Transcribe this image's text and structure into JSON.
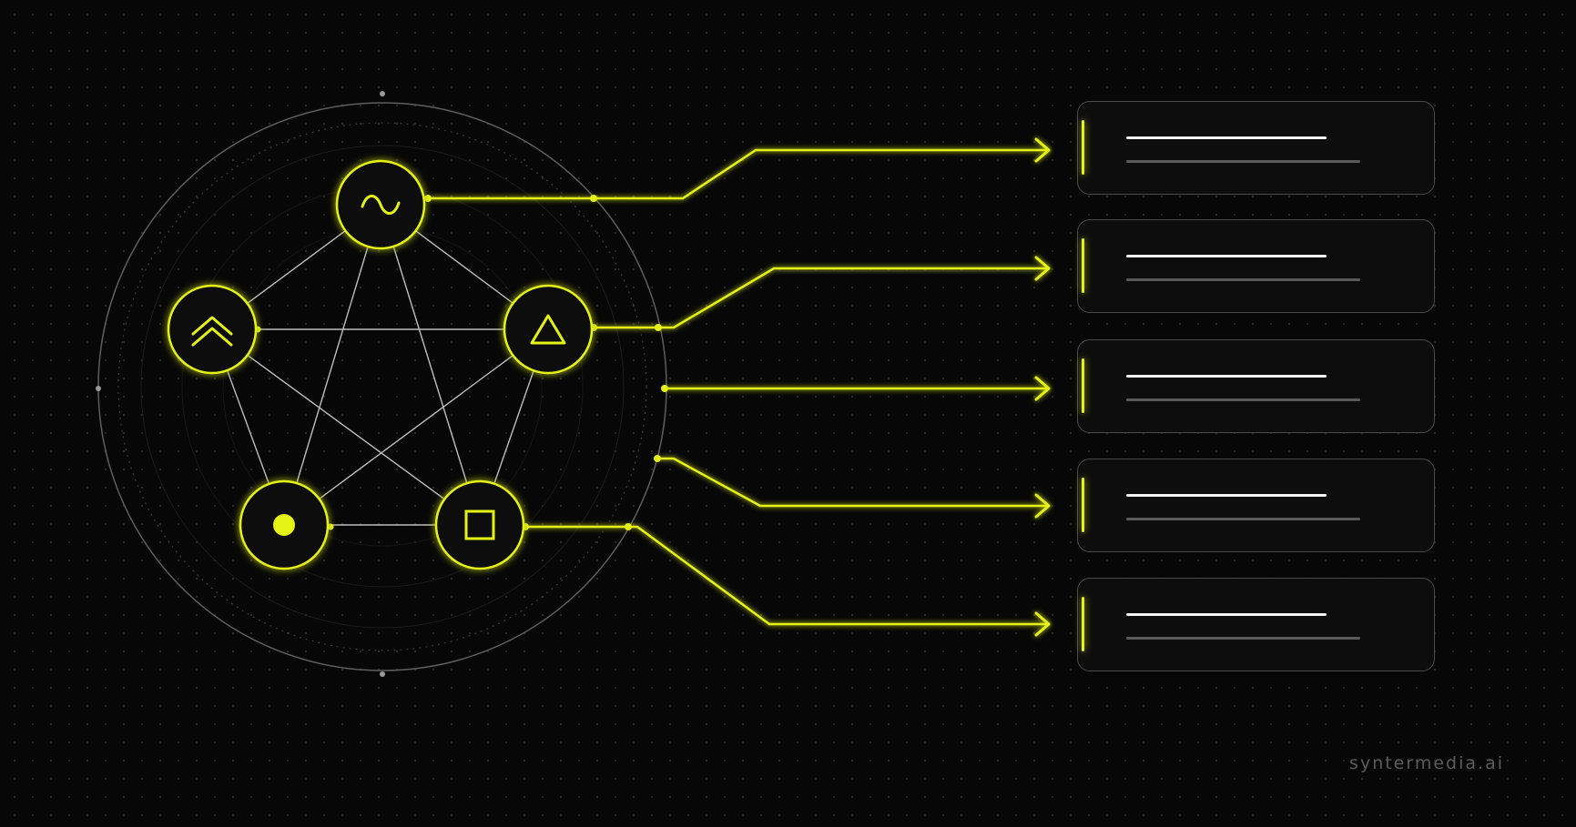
{
  "brand": {
    "text": "syntermedia.ai"
  },
  "colors": {
    "background": "#070707",
    "accent": "#e4f216",
    "line": "#bdbdbd",
    "card_border": "#4a4a4a"
  },
  "diagram": {
    "nodes": [
      {
        "id": "top",
        "icon": "sine-wave-icon"
      },
      {
        "id": "left",
        "icon": "double-chevron-up-icon"
      },
      {
        "id": "right",
        "icon": "triangle-icon"
      },
      {
        "id": "bottom-left",
        "icon": "filled-circle-icon"
      },
      {
        "id": "bottom-right",
        "icon": "square-icon"
      }
    ],
    "cards": [
      {
        "id": "card-1"
      },
      {
        "id": "card-2"
      },
      {
        "id": "card-3"
      },
      {
        "id": "card-4"
      },
      {
        "id": "card-5"
      }
    ]
  }
}
